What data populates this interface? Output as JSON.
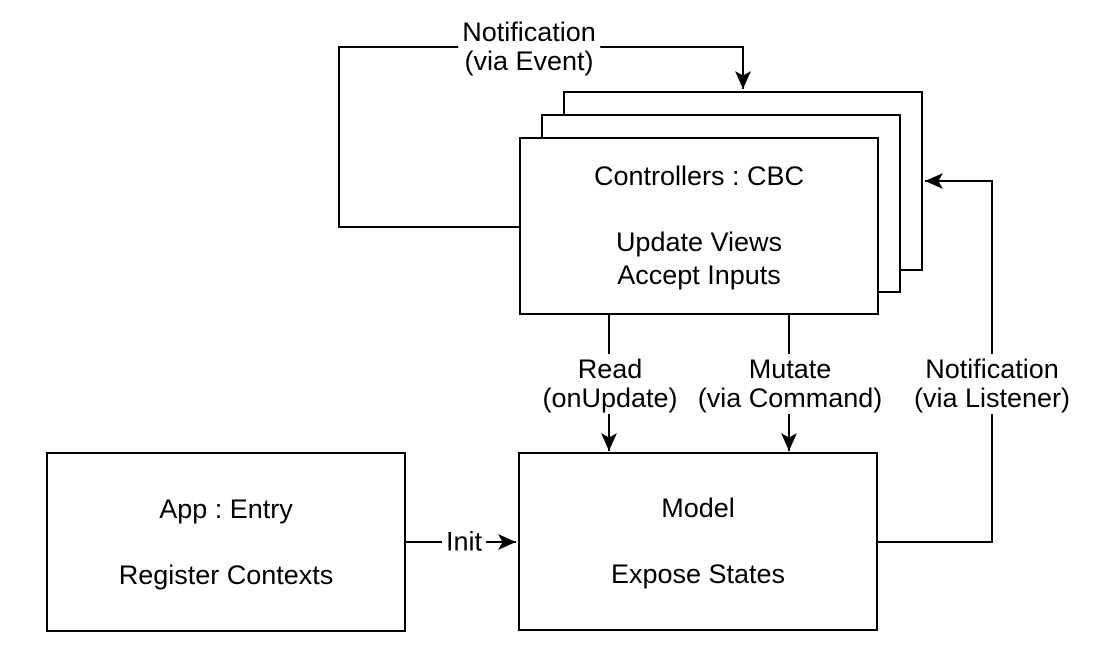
{
  "nodes": {
    "controllers": {
      "title": "Controllers : CBC",
      "line1": "Update Views",
      "line2": "Accept Inputs"
    },
    "app": {
      "title": "App : Entry",
      "line1": "Register Contexts"
    },
    "model": {
      "title": "Model",
      "line1": "Expose States"
    }
  },
  "edges": {
    "notification_event": {
      "line1": "Notification",
      "line2": "(via Event)"
    },
    "read": {
      "line1": "Read",
      "line2": "(onUpdate)"
    },
    "mutate": {
      "line1": "Mutate",
      "line2": "(via Command)"
    },
    "init": {
      "label": "Init"
    },
    "notification_listener": {
      "line1": "Notification",
      "line2": "(via Listener)"
    }
  },
  "colors": {
    "stroke": "#000000",
    "node_fill": "#ffffff",
    "background": "#ffffff"
  }
}
